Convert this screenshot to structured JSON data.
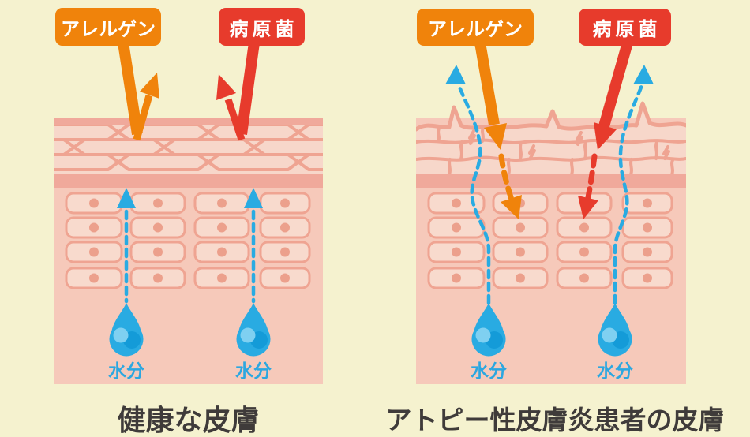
{
  "diagram": {
    "left_panel": {
      "caption": "健康な皮膚",
      "allergen_label": "アレルゲン",
      "pathogen_label": "病原菌",
      "moisture_labels": [
        "水分",
        "水分"
      ]
    },
    "right_panel": {
      "caption": "アトピー性皮膚炎患者の皮膚",
      "allergen_label": "アレルゲン",
      "pathogen_label": "病原菌",
      "moisture_labels": [
        "水分",
        "水分"
      ]
    },
    "colors": {
      "background": "#F5F2CF",
      "allergen_orange": "#F0830B",
      "pathogen_red": "#E73B2C",
      "moisture_blue": "#29ABE2",
      "skin_light_pink": "#F7D7CA",
      "skin_outline_pink": "#EFA492",
      "skin_band_pink": "#F0A99B",
      "dermis_pink": "#F6C9BA",
      "cell_fill": "#F8DACD",
      "cell_nucleus": "#ECA08C",
      "caption_text": "#3F3B3A",
      "label_text": "#FFFFFF"
    },
    "icons": {
      "moisture_drop": "water-drop-icon",
      "moisture_retained": "up-arrow-icon",
      "moisture_escape": "curved-up-arrow-icon",
      "allergen_blocked": "bounce-arrow-icon",
      "allergen_penetrating": "down-arrow-icon"
    }
  }
}
